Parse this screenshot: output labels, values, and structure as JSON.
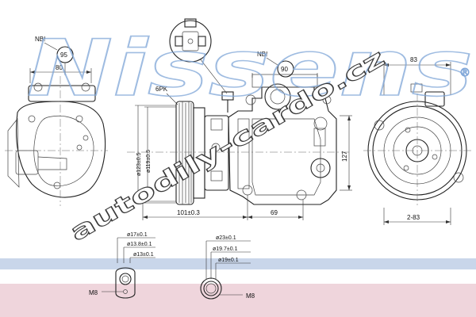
{
  "watermarks": {
    "brand": "Nissens",
    "registered_mark": "®",
    "site": "autodily-cardo.cz"
  },
  "side_view": {
    "note_label": "NB!",
    "note_value": "95",
    "width_dim": "80"
  },
  "connector_view": {
    "note_label": "NB!",
    "note_value": "90",
    "pulley_label": "6PK",
    "pulley_dia_outer": "ø123±0.5",
    "pulley_dia_inner": "ø119±0.5",
    "length_dim": "101±0.3",
    "offset_dim": "69",
    "height_dim": "127"
  },
  "front_view": {
    "width_dim": "83",
    "mount_dim": "2-83"
  },
  "port_left": {
    "d1": "ø17±0.1",
    "d2": "ø13.8±0.1",
    "d3": "ø13±0.1",
    "thread": "M8"
  },
  "port_right": {
    "d1": "ø23±0.1",
    "d2": "ø19.7±0.1",
    "d3": "ø19±0.1",
    "thread": "M8"
  }
}
